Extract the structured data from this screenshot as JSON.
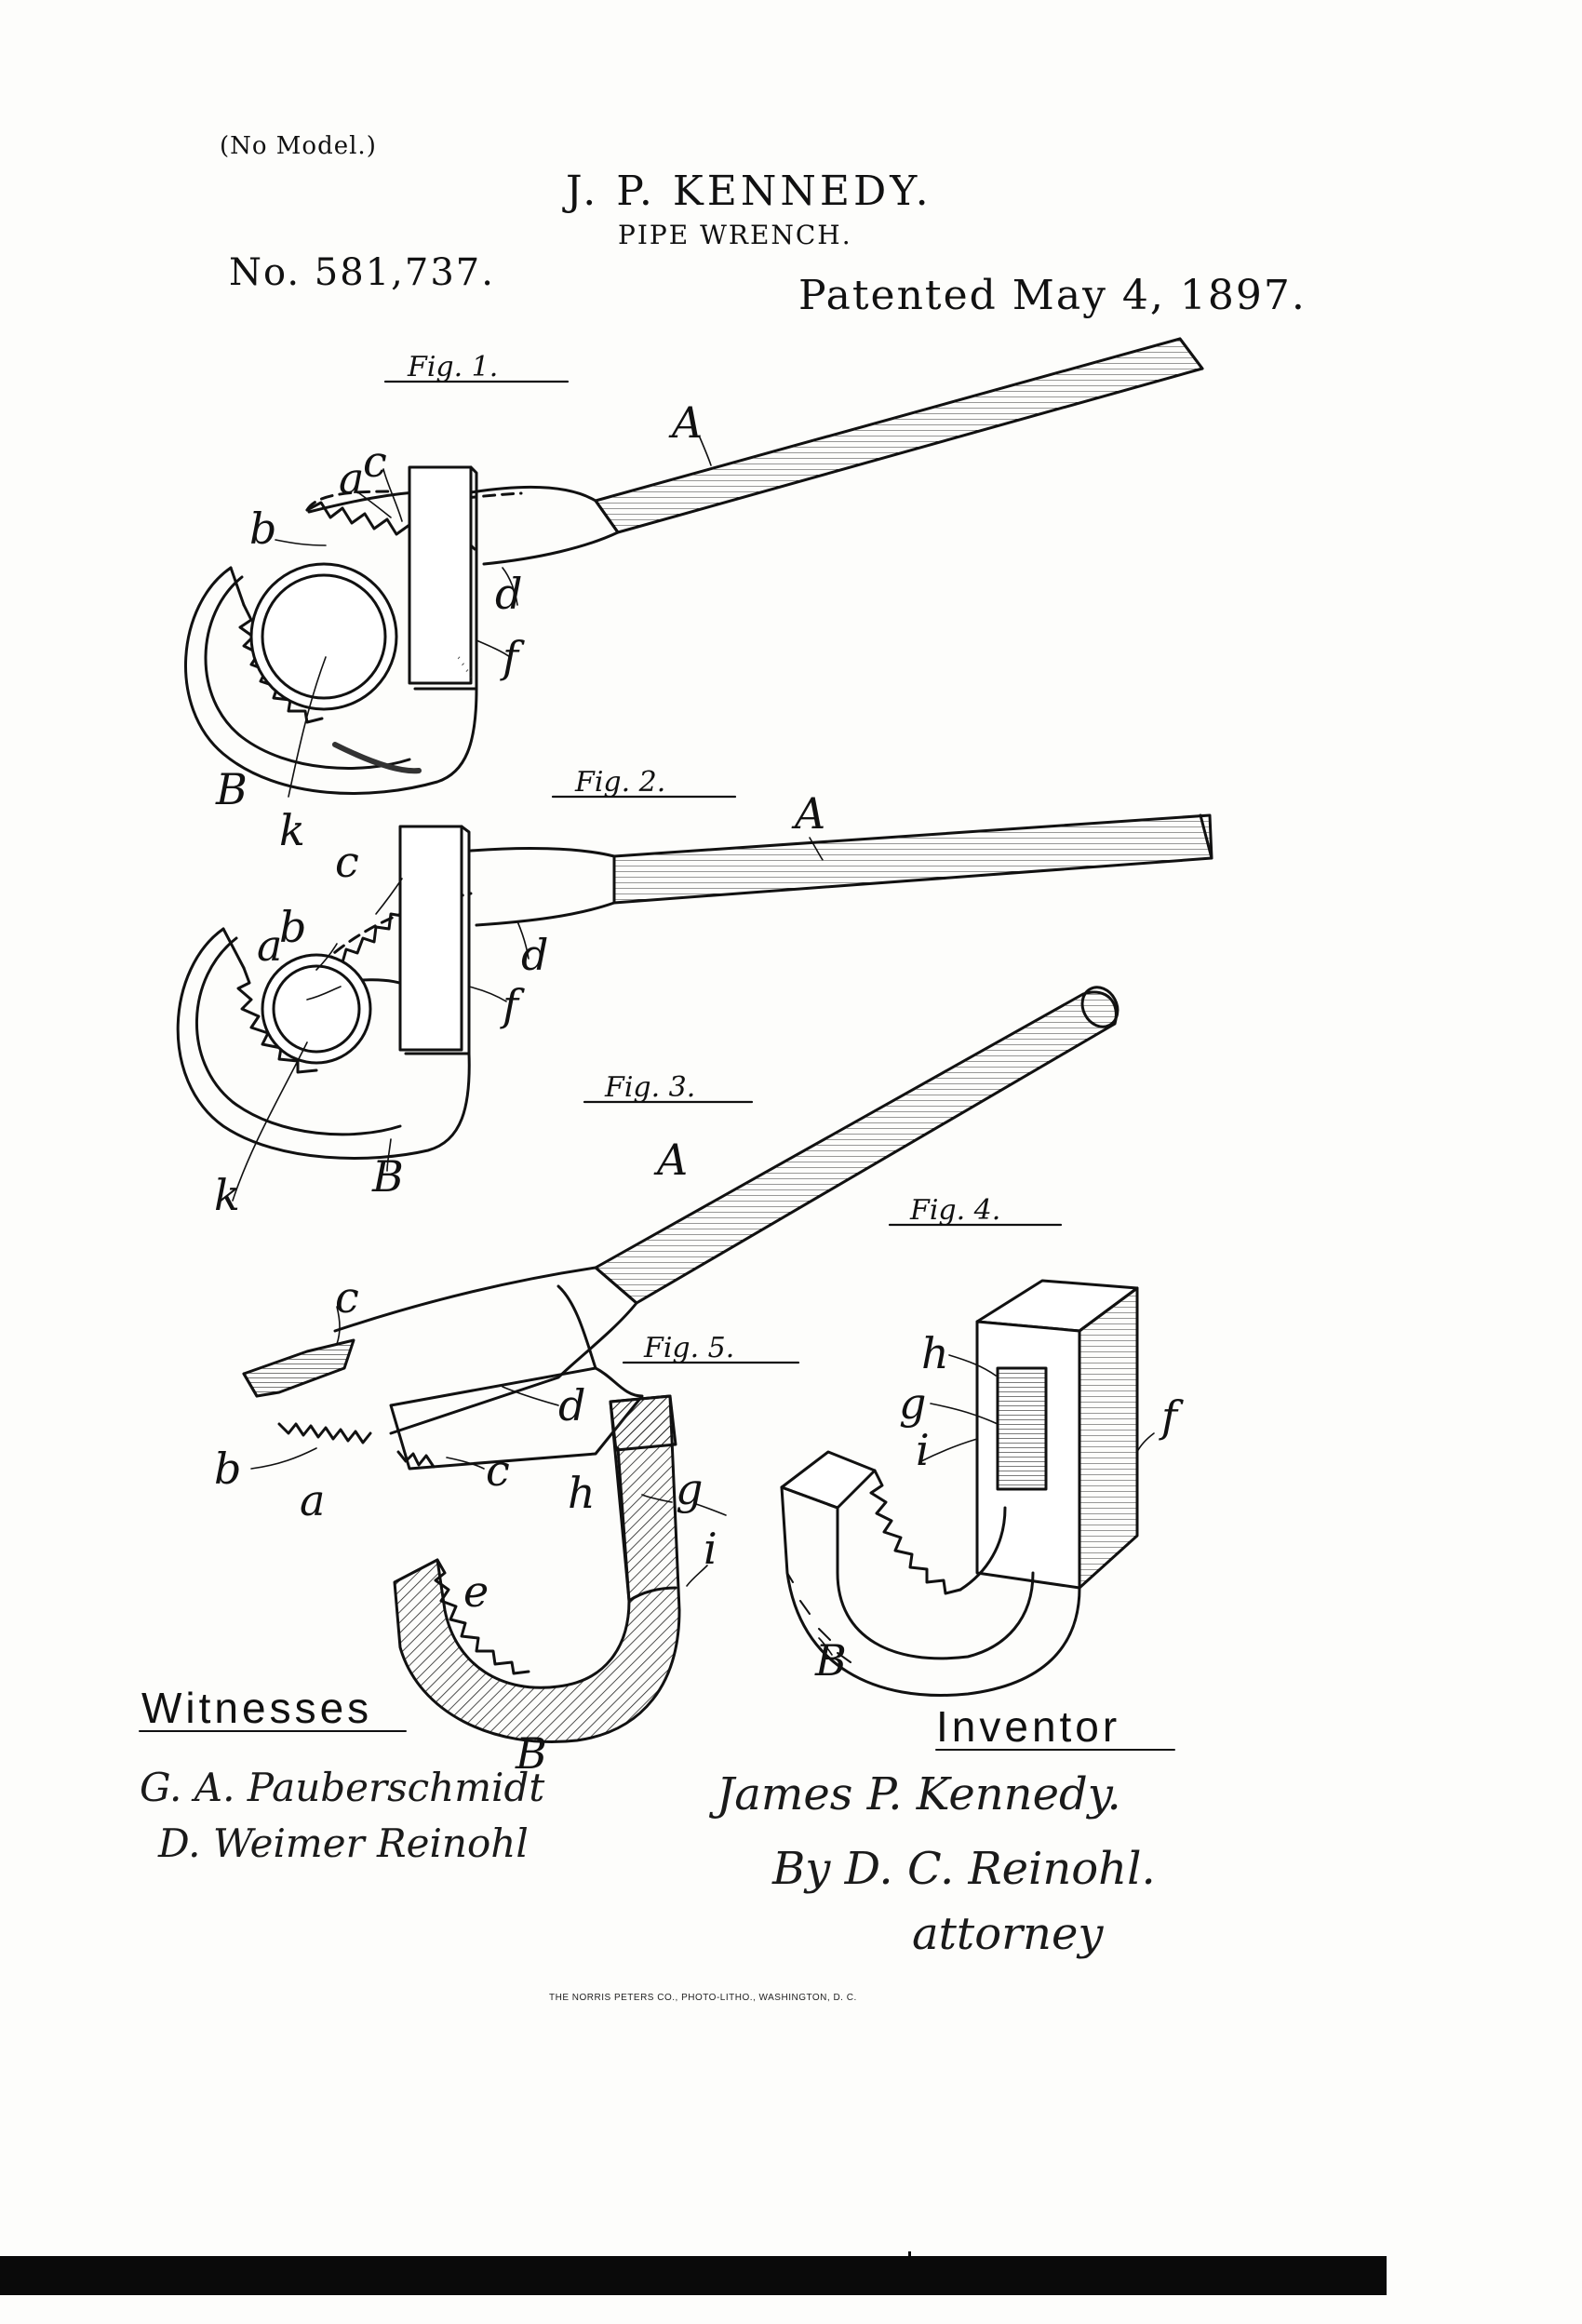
{
  "header": {
    "no_model": "(No Model.)",
    "inventor": "J. P. KENNEDY.",
    "subject": "PIPE WRENCH.",
    "patent_number": "No. 581,737.",
    "patented_date": "Patented May 4, 1897."
  },
  "figures": [
    {
      "label": "Fig. 1.",
      "parts": [
        "A",
        "a",
        "b",
        "c",
        "d",
        "f",
        "B",
        "k"
      ]
    },
    {
      "label": "Fig. 2.",
      "parts": [
        "A",
        "a",
        "b",
        "c",
        "d",
        "f",
        "B",
        "k"
      ]
    },
    {
      "label": "Fig. 3.",
      "parts": [
        "A",
        "a",
        "b",
        "c",
        "c",
        "d"
      ]
    },
    {
      "label": "Fig. 4.",
      "parts": [
        "h",
        "g",
        "i",
        "f",
        "B"
      ]
    },
    {
      "label": "Fig. 5.",
      "parts": [
        "h",
        "g",
        "i",
        "e",
        "B"
      ]
    }
  ],
  "letters": {
    "A": "A",
    "a": "a",
    "b": "b",
    "c": "c",
    "d": "d",
    "e": "e",
    "f": "f",
    "g": "g",
    "h": "h",
    "i": "i",
    "k": "k",
    "B": "B"
  },
  "witnesses": {
    "label": "Witnesses",
    "signatures": [
      "G. A. Pauberschmidt",
      "D. Weimer Reinohl"
    ]
  },
  "inventor_block": {
    "label": "Inventor",
    "signatures": [
      "James P. Kennedy.",
      "By D. C. Reinohl.",
      "attorney"
    ]
  },
  "footer": {
    "printer_credit": "THE NORRIS PETERS CO., PHOTO-LITHO., WASHINGTON, D. C."
  },
  "colors": {
    "ink": "#111111",
    "paper": "#fdfdfb",
    "bar": "#0a0a0a"
  }
}
